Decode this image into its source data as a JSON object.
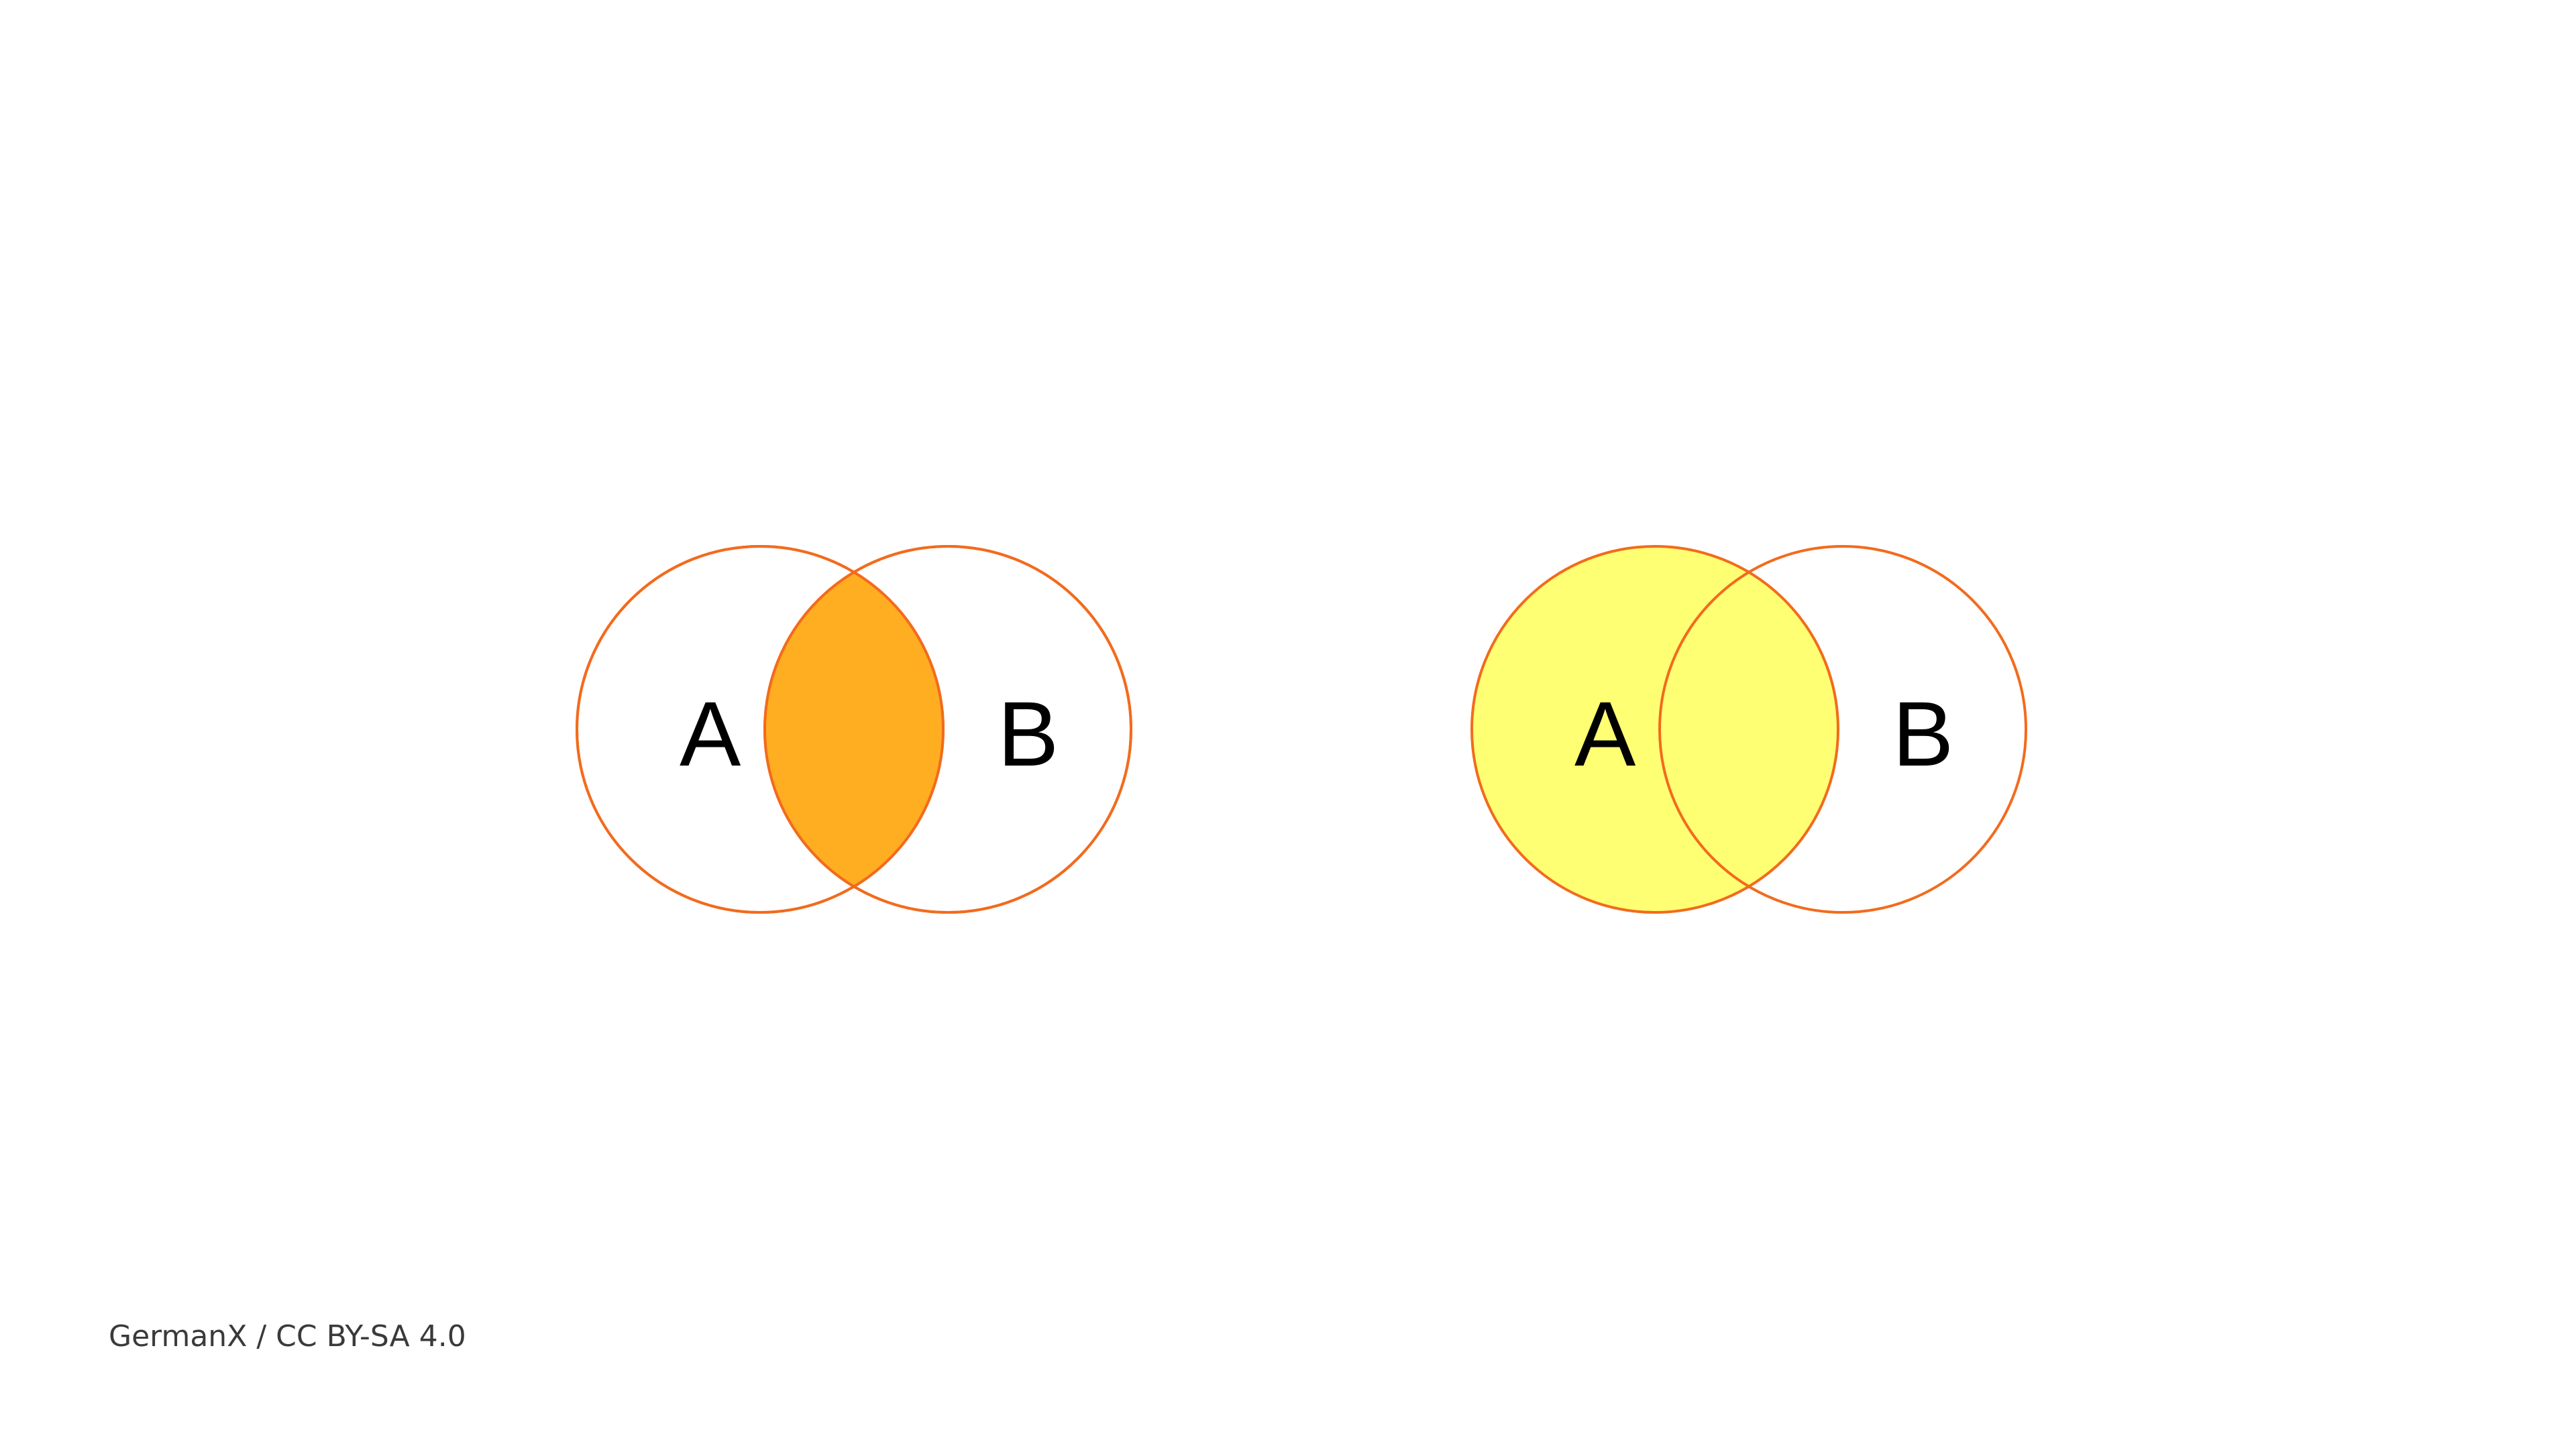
{
  "colors": {
    "outline": "#f26b1d",
    "intersection_fill": "#ffad21",
    "set_a_fill": "#ffff73",
    "label": "#000000",
    "background": "#ffffff"
  },
  "diagrams": [
    {
      "id": "intersection",
      "shaded_region": "A ∩ B",
      "labels": {
        "a": "A",
        "b": "B"
      }
    },
    {
      "id": "set-a",
      "shaded_region": "A",
      "labels": {
        "a": "A",
        "b": "B"
      }
    }
  ],
  "credit": "GermanX / CC BY-SA 4.0"
}
